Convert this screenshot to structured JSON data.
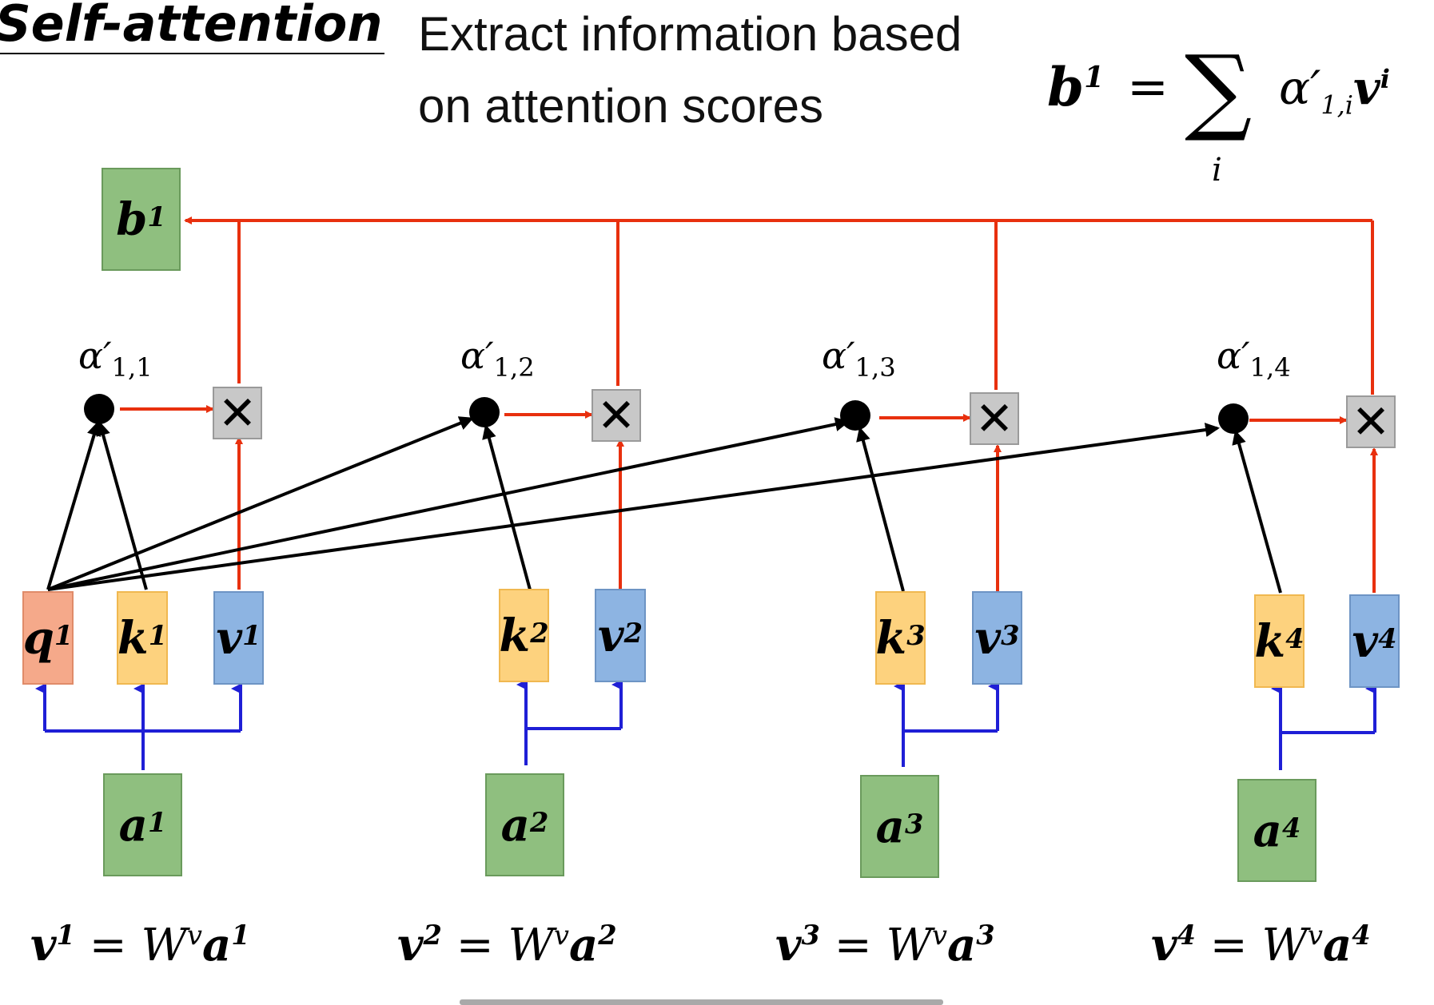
{
  "title": "Self-attention",
  "subtitle_line1": "Extract information based",
  "subtitle_line2": "on attention scores",
  "formula": {
    "lhs": "b",
    "lhs_sup": "1",
    "eq": "=",
    "sigma": "∑",
    "sum_index": "i",
    "rhs_alpha": "α′",
    "rhs_sub": "1,i",
    "rhs_v": "v",
    "rhs_v_sup": "i"
  },
  "output": {
    "base": "b",
    "sup": "1"
  },
  "multiply_symbol": "✕",
  "columns": [
    {
      "alpha": "α′",
      "alpha_sub": "1,1",
      "q": {
        "base": "q",
        "sup": "1"
      },
      "k": {
        "base": "k",
        "sup": "1"
      },
      "v": {
        "base": "v",
        "sup": "1"
      },
      "a": {
        "base": "a",
        "sup": "1"
      },
      "equation": {
        "lhs": "v",
        "lhs_sup": "1",
        "mid": " = W",
        "w_sup": "v",
        "a": "a",
        "a_sup": "1"
      }
    },
    {
      "alpha": "α′",
      "alpha_sub": "1,2",
      "k": {
        "base": "k",
        "sup": "2"
      },
      "v": {
        "base": "v",
        "sup": "2"
      },
      "a": {
        "base": "a",
        "sup": "2"
      },
      "equation": {
        "lhs": "v",
        "lhs_sup": "2",
        "mid": " = W",
        "w_sup": "v",
        "a": "a",
        "a_sup": "2"
      }
    },
    {
      "alpha": "α′",
      "alpha_sub": "1,3",
      "k": {
        "base": "k",
        "sup": "3"
      },
      "v": {
        "base": "v",
        "sup": "3"
      },
      "a": {
        "base": "a",
        "sup": "3"
      },
      "equation": {
        "lhs": "v",
        "lhs_sup": "3",
        "mid": " = W",
        "w_sup": "v",
        "a": "a",
        "a_sup": "3"
      }
    },
    {
      "alpha": "α′",
      "alpha_sub": "1,4",
      "k": {
        "base": "k",
        "sup": "4"
      },
      "v": {
        "base": "v",
        "sup": "4"
      },
      "a": {
        "base": "a",
        "sup": "4"
      },
      "equation": {
        "lhs": "v",
        "lhs_sup": "4",
        "mid": " = W",
        "w_sup": "v",
        "a": "a",
        "a_sup": "4"
      }
    }
  ],
  "colors": {
    "red_line": "#e8300e",
    "black_line": "#000000",
    "blue_line": "#1f1fd6",
    "green_box": "#8fbf7f",
    "query_box": "#f5a98a",
    "key_box": "#fdd27e",
    "value_box": "#8db4e2",
    "mult_box": "#c8c8c8"
  }
}
